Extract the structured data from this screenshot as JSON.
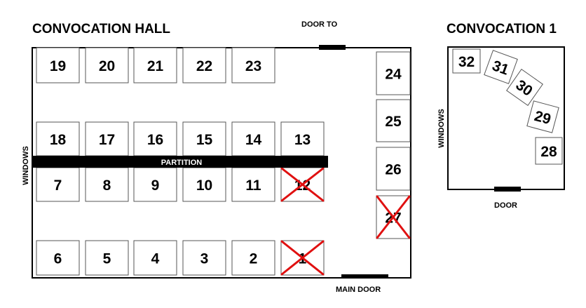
{
  "hall": {
    "title": "CONVOCATION HALL",
    "door_top": "DOOR TO",
    "partition": "PARTITION",
    "windows": "WINDOWS",
    "main_door": "MAIN DOOR",
    "tables": [
      {
        "label": "19",
        "crossed": false
      },
      {
        "label": "20",
        "crossed": false
      },
      {
        "label": "21",
        "crossed": false
      },
      {
        "label": "22",
        "crossed": false
      },
      {
        "label": "23",
        "crossed": false
      },
      {
        "label": "24",
        "crossed": false
      },
      {
        "label": "18",
        "crossed": false
      },
      {
        "label": "17",
        "crossed": false
      },
      {
        "label": "16",
        "crossed": false
      },
      {
        "label": "15",
        "crossed": false
      },
      {
        "label": "14",
        "crossed": false
      },
      {
        "label": "13",
        "crossed": false
      },
      {
        "label": "25",
        "crossed": false
      },
      {
        "label": "7",
        "crossed": false
      },
      {
        "label": "8",
        "crossed": false
      },
      {
        "label": "9",
        "crossed": false
      },
      {
        "label": "10",
        "crossed": false
      },
      {
        "label": "11",
        "crossed": false
      },
      {
        "label": "12",
        "crossed": true
      },
      {
        "label": "26",
        "crossed": false
      },
      {
        "label": "27",
        "crossed": true
      },
      {
        "label": "6",
        "crossed": false
      },
      {
        "label": "5",
        "crossed": false
      },
      {
        "label": "4",
        "crossed": false
      },
      {
        "label": "3",
        "crossed": false
      },
      {
        "label": "2",
        "crossed": false
      },
      {
        "label": "1",
        "crossed": true
      }
    ]
  },
  "room1": {
    "title": "CONVOCATION 1",
    "windows": "WINDOWS",
    "door": "DOOR",
    "tables": [
      {
        "label": "32",
        "crossed": false
      },
      {
        "label": "31",
        "crossed": false
      },
      {
        "label": "30",
        "crossed": false
      },
      {
        "label": "29",
        "crossed": false
      },
      {
        "label": "28",
        "crossed": false
      }
    ]
  },
  "colors": {
    "cross": "#e01010",
    "partition": "#000000"
  }
}
